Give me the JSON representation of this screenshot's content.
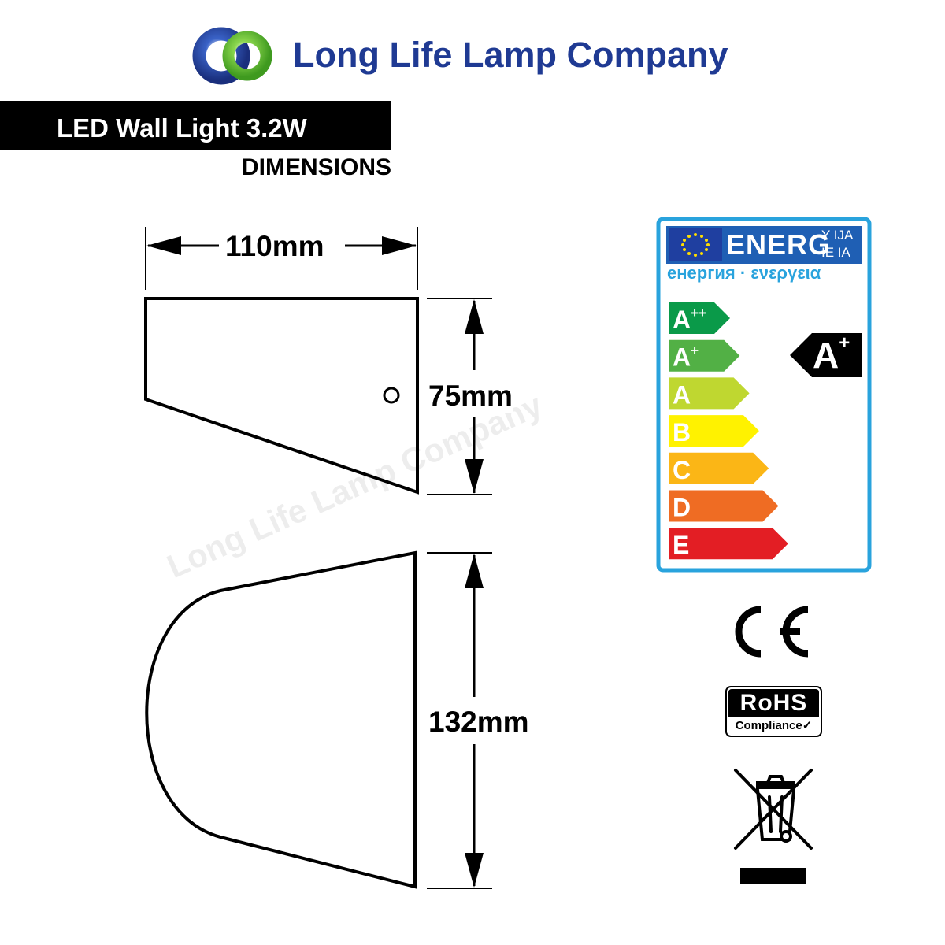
{
  "brand": {
    "name": "Long Life Lamp Company",
    "logo_colors": {
      "blue": "#1f3a93",
      "green": "#6dc23a"
    }
  },
  "product": {
    "title": "LED Wall Light 3.2W",
    "subtitle": "DIMENSIONS"
  },
  "dimensions": {
    "width": "110mm",
    "height": "75mm",
    "depth": "132mm"
  },
  "watermark": "Long Life Lamp Company",
  "energy_label": {
    "header_word": "ENERG",
    "header_suffix_1": "Y IJA",
    "header_suffix_2": "IE IA",
    "header_sub": "енергия · ενεργεια",
    "border_color": "#29a3dd",
    "header_color": "#1f5fb4",
    "classes": [
      {
        "letter": "A",
        "sup": "++",
        "color": "#0a9a49"
      },
      {
        "letter": "A",
        "sup": "+",
        "color": "#52b045"
      },
      {
        "letter": "A",
        "sup": "",
        "color": "#bfd730"
      },
      {
        "letter": "B",
        "sup": "",
        "color": "#fff200"
      },
      {
        "letter": "C",
        "sup": "",
        "color": "#fbb616"
      },
      {
        "letter": "D",
        "sup": "",
        "color": "#ef6c23"
      },
      {
        "letter": "E",
        "sup": "",
        "color": "#e31e24"
      }
    ],
    "rating": {
      "letter": "A",
      "sup": "+"
    }
  },
  "certifications": {
    "ce": "CE",
    "rohs_title": "RoHS",
    "rohs_sub": "Compliance"
  }
}
